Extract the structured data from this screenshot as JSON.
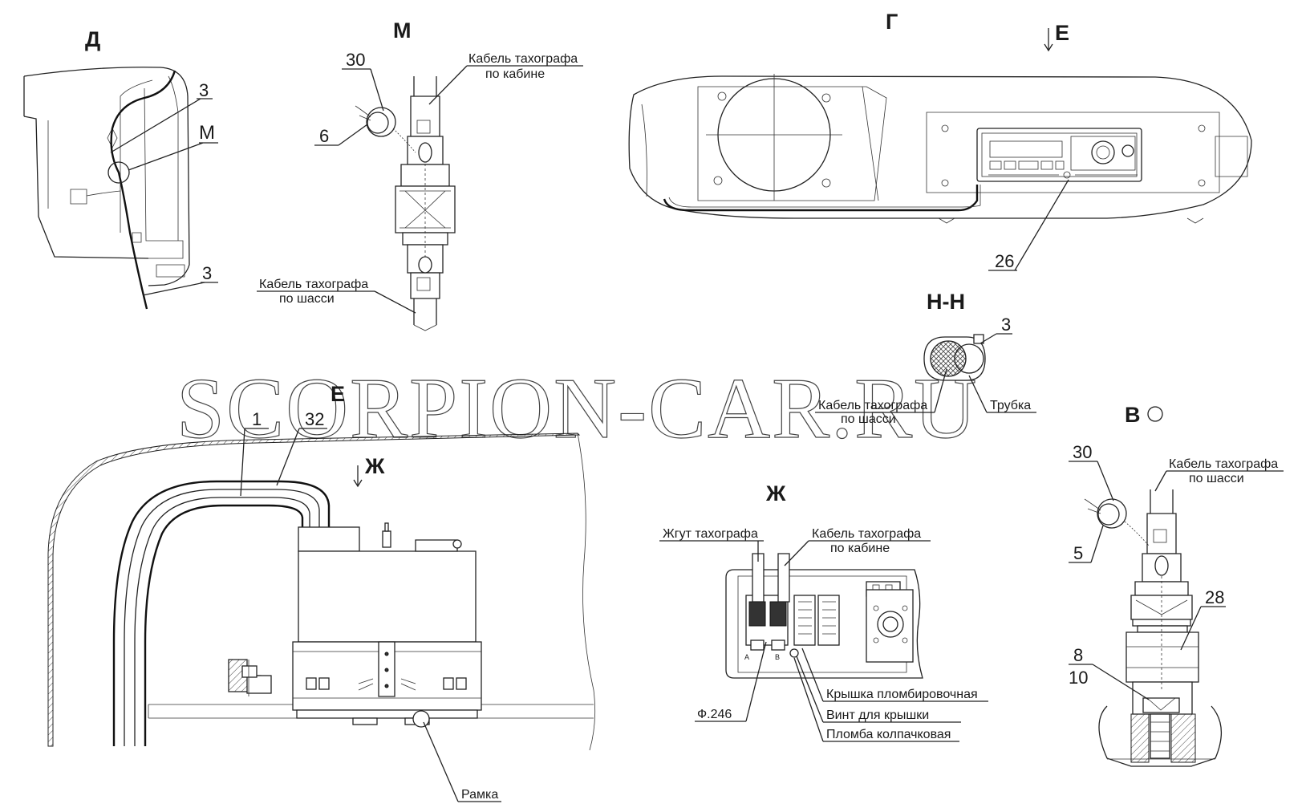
{
  "views": {
    "d": "Д",
    "m": "М",
    "g": "Г",
    "e_arrow": "Е",
    "nn": "Н-Н",
    "e": "Е",
    "zh_arrow": "Ж",
    "zh": "Ж",
    "v": "В"
  },
  "view_d": {
    "callout_3a": "3",
    "callout_m": "М",
    "callout_3b": "3"
  },
  "view_m": {
    "callout_30": "30",
    "callout_6": "6",
    "cable_cab_line1": "Кабель тахографа",
    "cable_cab_line2": "по кабине",
    "cable_chassis_line1": "Кабель тахографа",
    "cable_chassis_line2": "по шасси"
  },
  "view_g": {
    "callout_26": "26"
  },
  "view_nn": {
    "callout_3": "3",
    "cable_chassis_line1": "Кабель тахографа",
    "cable_chassis_line2": "по шасси",
    "tube": "Трубка"
  },
  "view_e": {
    "callout_1": "1",
    "callout_32": "32",
    "frame": "Рамка"
  },
  "view_zh": {
    "harness": "Жгут тахографа",
    "cable_cab_line1": "Кабель тахографа",
    "cable_cab_line2": "по кабине",
    "fuse": "Ф.246",
    "seal_cover": "Крышка пломбировочная",
    "cover_screw": "Винт для крышки",
    "cap_seal": "Пломба колпачковая",
    "pin_a": "A",
    "pin_b": "B"
  },
  "view_v": {
    "callout_30": "30",
    "callout_5": "5",
    "callout_28": "28",
    "callout_8": "8",
    "callout_10": "10",
    "cable_chassis_line1": "Кабель тахографа",
    "cable_chassis_line2": "по шасси"
  },
  "watermark": "SCORPION-CAR.RU"
}
